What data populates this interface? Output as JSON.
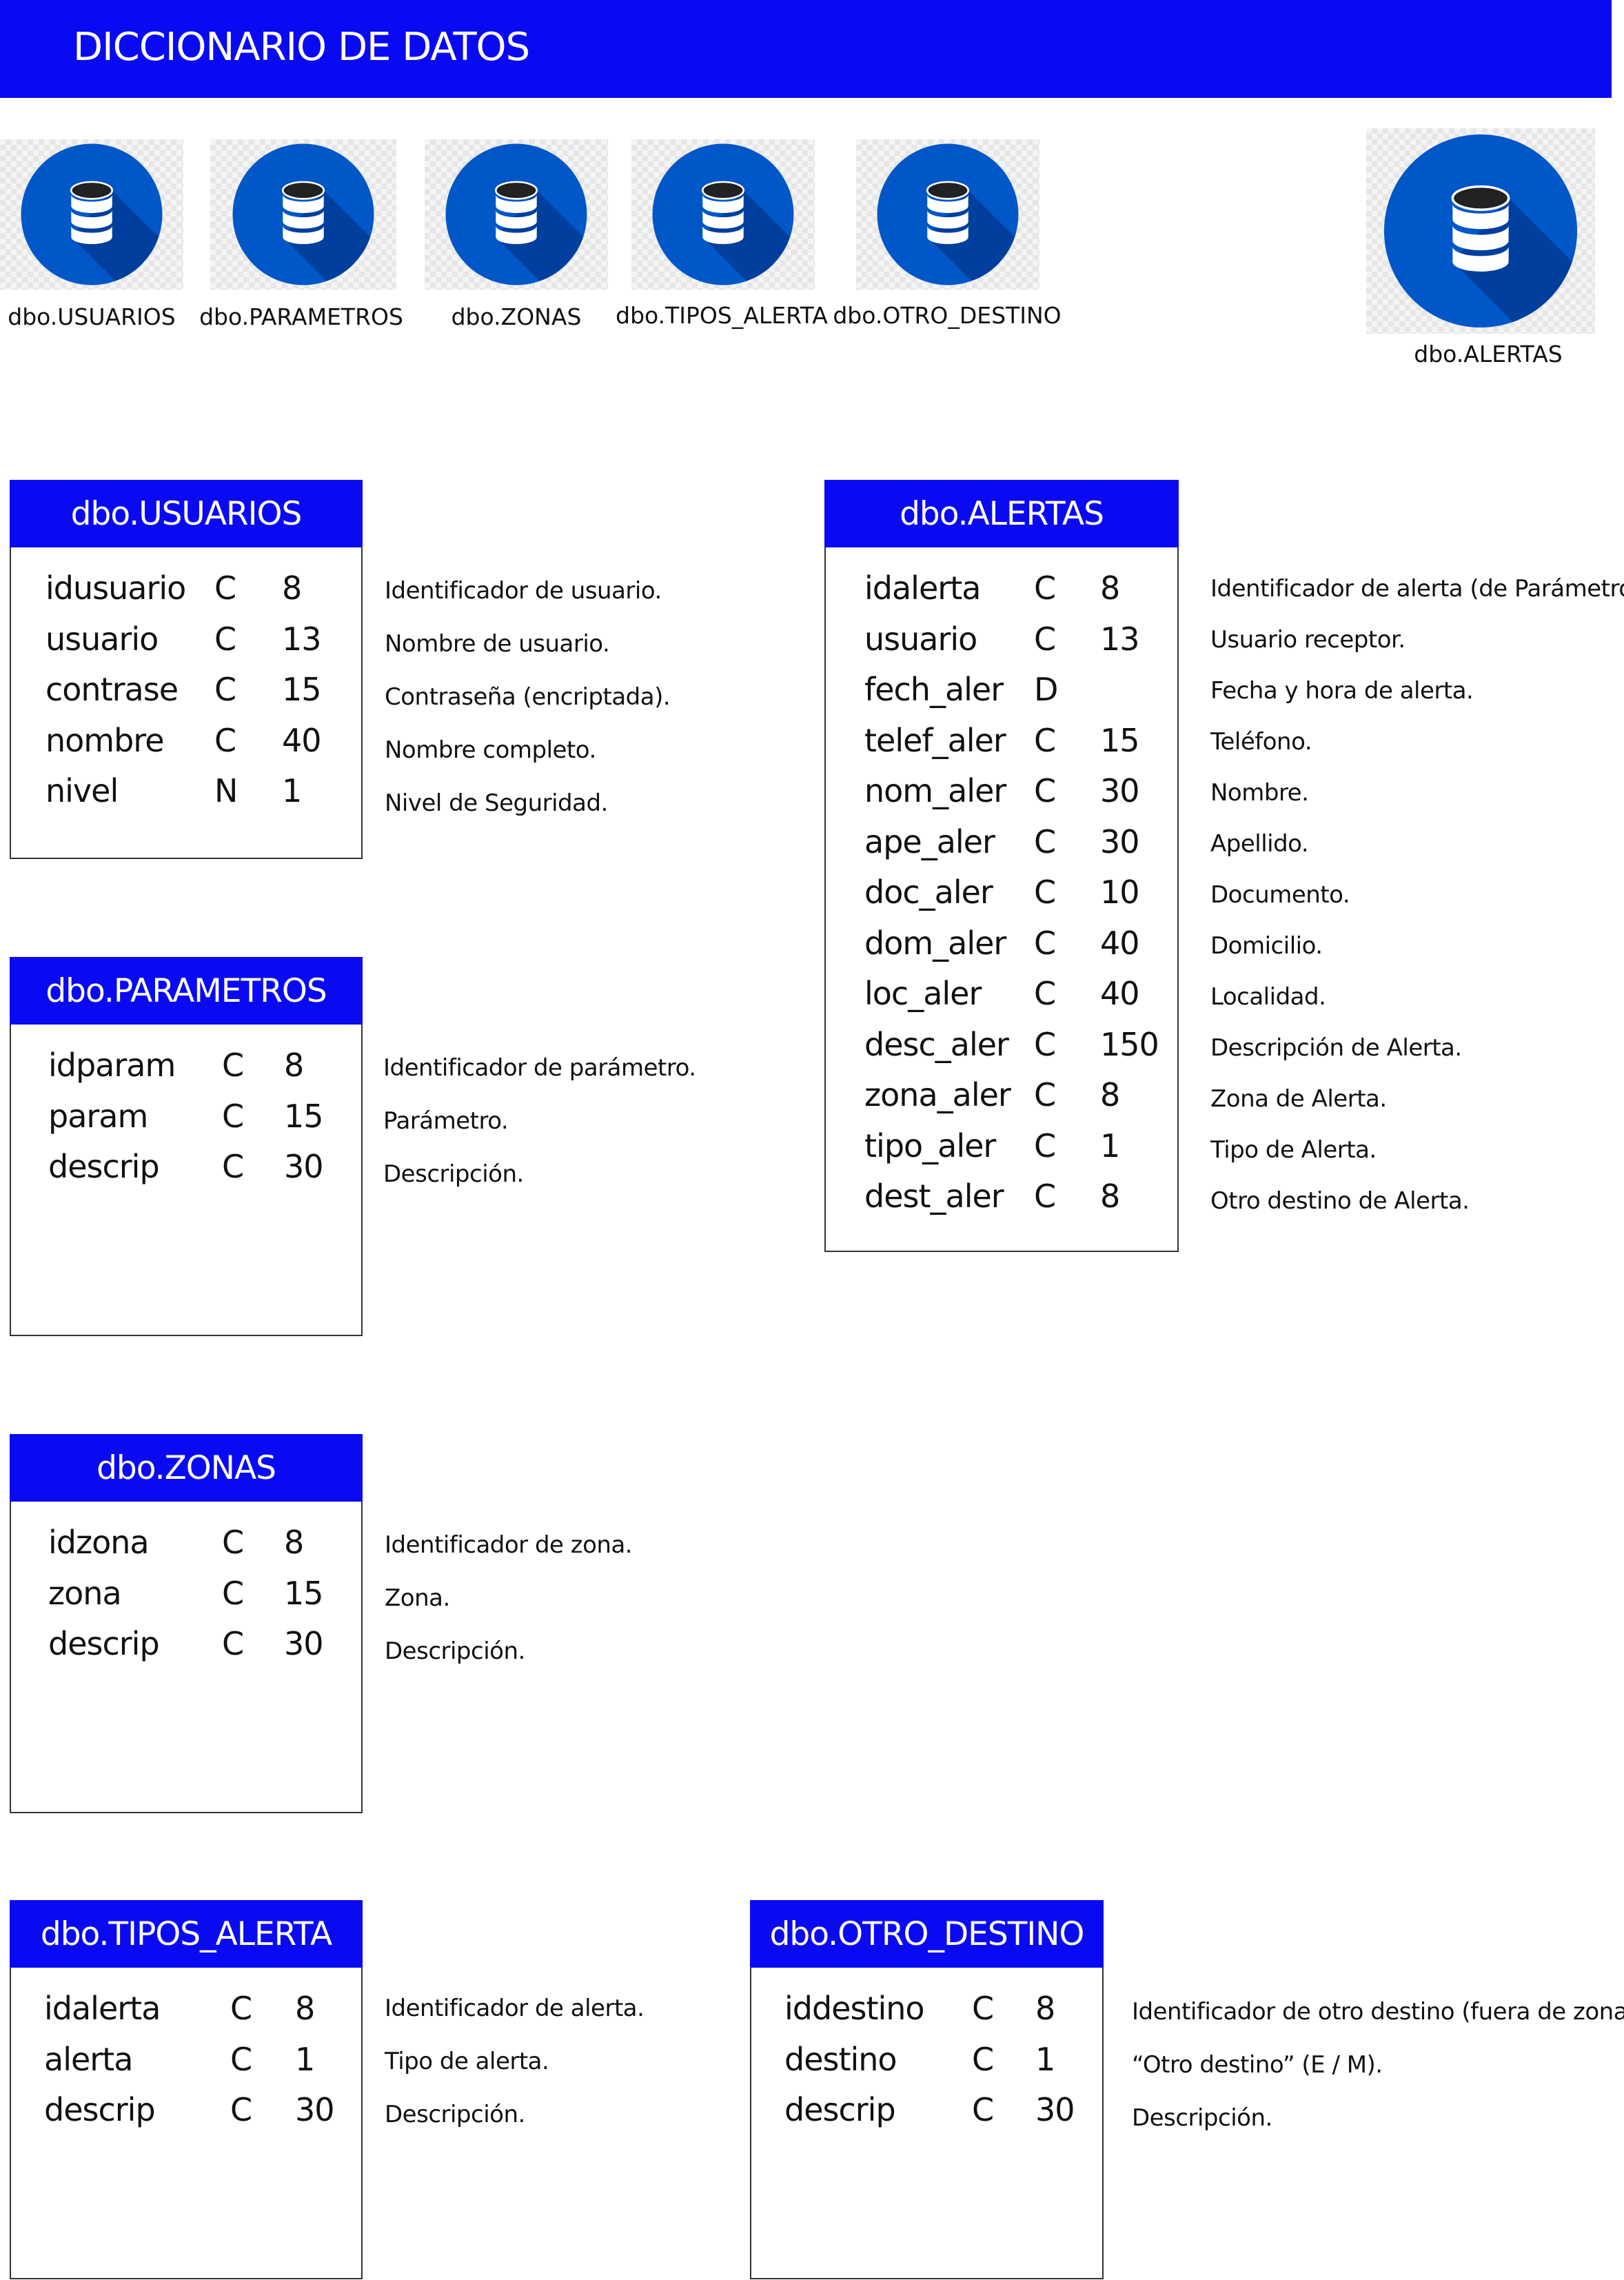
{
  "header": {
    "title": "DICCIONARIO DE DATOS"
  },
  "colors": {
    "accent": "#0a0af2",
    "icon_circle": "#0057c8",
    "icon_shadow": "#003f9e",
    "icon_top": "#222222"
  },
  "icons": [
    {
      "label": "dbo.USUARIOS",
      "icon": "database-icon"
    },
    {
      "label": "dbo.PARAMETROS",
      "icon": "database-icon"
    },
    {
      "label": "dbo.ZONAS",
      "icon": "database-icon"
    },
    {
      "label": "dbo.TIPOS_ALERTA",
      "icon": "database-icon"
    },
    {
      "label": "dbo.OTRO_DESTINO",
      "icon": "database-icon"
    },
    {
      "label": "dbo.ALERTAS",
      "icon": "database-icon"
    }
  ],
  "tables": {
    "usuarios": {
      "title": "dbo.USUARIOS",
      "fields": [
        {
          "name": "idusuario",
          "type": "C",
          "length": "8",
          "description": "Identificador de usuario."
        },
        {
          "name": "usuario",
          "type": "C",
          "length": "13",
          "description": "Nombre de usuario."
        },
        {
          "name": "contrase",
          "type": "C",
          "length": "15",
          "description": "Contraseña (encriptada)."
        },
        {
          "name": "nombre",
          "type": "C",
          "length": "40",
          "description": "Nombre completo."
        },
        {
          "name": "nivel",
          "type": "N",
          "length": "1",
          "description": "Nivel de Seguridad."
        }
      ]
    },
    "parametros": {
      "title": "dbo.PARAMETROS",
      "fields": [
        {
          "name": "idparam",
          "type": "C",
          "length": "8",
          "description": "Identificador de parámetro."
        },
        {
          "name": "param",
          "type": "C",
          "length": "15",
          "description": "Parámetro."
        },
        {
          "name": "descrip",
          "type": "C",
          "length": "30",
          "description": "Descripción."
        }
      ]
    },
    "zonas": {
      "title": "dbo.ZONAS",
      "fields": [
        {
          "name": "idzona",
          "type": "C",
          "length": "8",
          "description": "Identificador de zona."
        },
        {
          "name": "zona",
          "type": "C",
          "length": "15",
          "description": "Zona."
        },
        {
          "name": "descrip",
          "type": "C",
          "length": "30",
          "description": "Descripción."
        }
      ]
    },
    "tipos_alerta": {
      "title": "dbo.TIPOS_ALERTA",
      "fields": [
        {
          "name": "idalerta",
          "type": "C",
          "length": "8",
          "description": "Identificador de alerta."
        },
        {
          "name": "alerta",
          "type": "C",
          "length": "1",
          "description": "Tipo de alerta."
        },
        {
          "name": "descrip",
          "type": "C",
          "length": "30",
          "description": "Descripción."
        }
      ]
    },
    "otro_destino": {
      "title": "dbo.OTRO_DESTINO",
      "fields": [
        {
          "name": "iddestino",
          "type": "C",
          "length": "8",
          "description": "Identificador de otro destino (fuera de zona)."
        },
        {
          "name": "destino",
          "type": "C",
          "length": "1",
          "description": "“Otro destino” (E / M)."
        },
        {
          "name": "descrip",
          "type": "C",
          "length": "30",
          "description": "Descripción."
        }
      ]
    },
    "alertas": {
      "title": "dbo.ALERTAS",
      "fields": [
        {
          "name": "idalerta",
          "type": "C",
          "length": "8",
          "description": "Identificador de alerta (de Parámetros)"
        },
        {
          "name": "usuario",
          "type": "C",
          "length": "13",
          "description": "Usuario receptor."
        },
        {
          "name": "fech_aler",
          "type": "D",
          "length": "",
          "description": "Fecha y hora de alerta."
        },
        {
          "name": "telef_aler",
          "type": "C",
          "length": "15",
          "description": "Teléfono."
        },
        {
          "name": "nom_aler",
          "type": "C",
          "length": "30",
          "description": "Nombre."
        },
        {
          "name": "ape_aler",
          "type": "C",
          "length": "30",
          "description": "Apellido."
        },
        {
          "name": "doc_aler",
          "type": "C",
          "length": "10",
          "description": "Documento."
        },
        {
          "name": "dom_aler",
          "type": "C",
          "length": "40",
          "description": "Domicilio."
        },
        {
          "name": "loc_aler",
          "type": "C",
          "length": "40",
          "description": "Localidad."
        },
        {
          "name": "desc_aler",
          "type": "C",
          "length": "150",
          "description": "Descripción de Alerta."
        },
        {
          "name": "zona_aler",
          "type": "C",
          "length": "8",
          "description": "Zona de Alerta."
        },
        {
          "name": "tipo_aler",
          "type": "C",
          "length": "1",
          "description": "Tipo de Alerta."
        },
        {
          "name": "dest_aler",
          "type": "C",
          "length": "8",
          "description": "Otro destino de Alerta."
        }
      ]
    }
  }
}
